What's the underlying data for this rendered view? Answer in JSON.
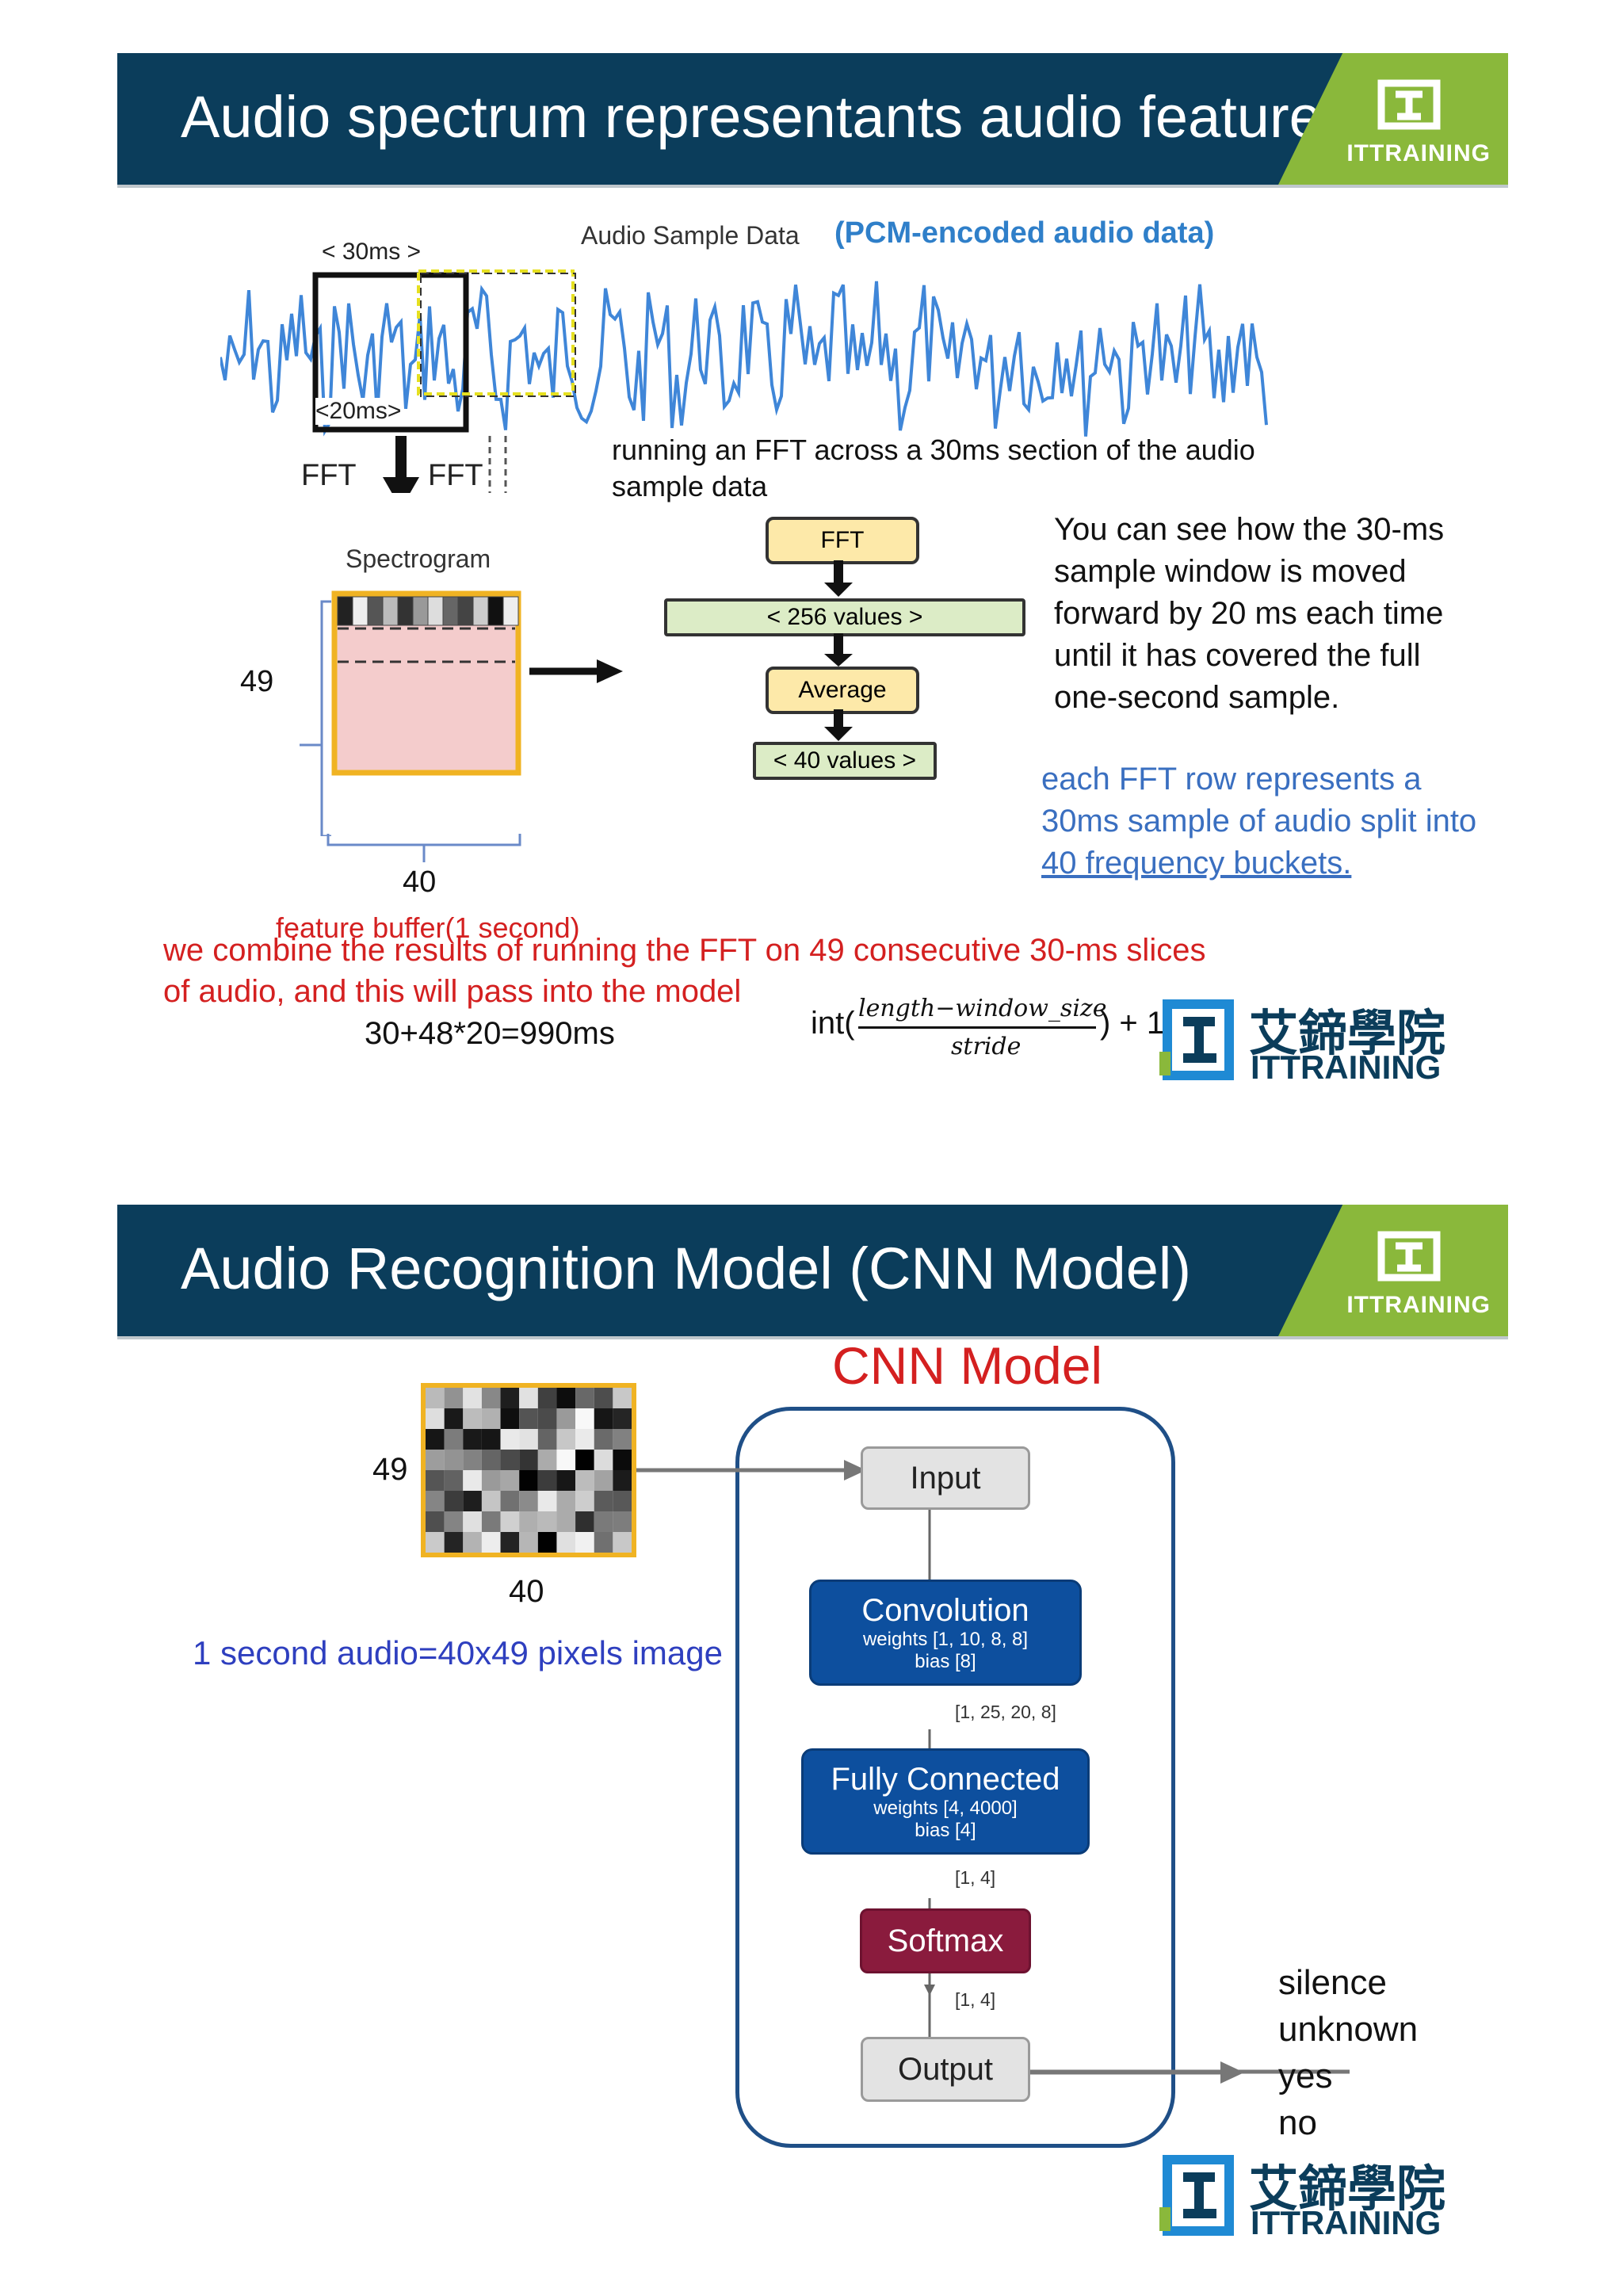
{
  "slide1": {
    "title": "Audio spectrum representants audio features",
    "brand": "ITTRAINING",
    "audio_label": "Audio Sample Data",
    "pcm_label": "(PCM-encoded audio data)",
    "window_30": "<  30ms   >",
    "window_20": "<20ms>",
    "fft_left": "FFT",
    "fft_right": "FFT",
    "fft_note_1": "running an FFT across a 30ms section of the audio",
    "fft_note_2": "sample data",
    "spectrogram_label": "Spectrogram",
    "rows_label": "49",
    "cols_label": "40",
    "feature_buffer": "feature buffer(1 second)",
    "pipeline": {
      "fft": "FFT",
      "values256": "< 256 values >",
      "average": "Average",
      "values40": "< 40 values >"
    },
    "explain_lines": [
      "You can see how the 30-ms",
      "sample window is moved",
      "forward by 20 ms each time",
      "until it has covered the full",
      "one-second sample."
    ],
    "row_lines": [
      "each FFT row represents a",
      "30ms sample of audio split into",
      "40 frequency buckets."
    ],
    "combine_1": "we combine the results of running the FFT on 49 consecutive 30-ms slices",
    "combine_2": "of audio, and this will pass  into the model",
    "calc": "30+48*20=990ms",
    "formula": {
      "prefix": "int(",
      "numerator": "length−window_size",
      "denominator": "stride",
      "suffix": ") + 1"
    },
    "footer_cn": "艾鍗學院",
    "footer_en": "ITTRAINING"
  },
  "slide2": {
    "title": "Audio Recognition Model (CNN Model)",
    "brand": "ITTRAINING",
    "cnn_title": "CNN Model",
    "rows_label": "49",
    "cols_label": "40",
    "caption": "1 second audio=40x49 pixels image",
    "input": "Input",
    "conv": {
      "title": "Convolution",
      "weights": "weights  [1, 10, 8, 8]",
      "bias": "bias [8]"
    },
    "shape_conv": "[1, 25, 20, 8]",
    "fc": {
      "title": "Fully Connected",
      "weights": "weights  [4, 4000]",
      "bias": "bias  [4]"
    },
    "shape_fc": "[1, 4]",
    "softmax": "Softmax",
    "shape_softmax": "[1, 4]",
    "output": "Output",
    "classes": [
      "silence",
      "unknown",
      "yes",
      "no"
    ],
    "footer_cn": "艾鍗學院",
    "footer_en": "ITTRAINING"
  },
  "colors": {
    "header": "#0b3d5b",
    "brand_green": "#8ab83b",
    "red_text": "#d42020",
    "blue_text": "#3a6fc0",
    "cnn_blue": "#0d4f9e",
    "softmax": "#8a1b3d"
  }
}
